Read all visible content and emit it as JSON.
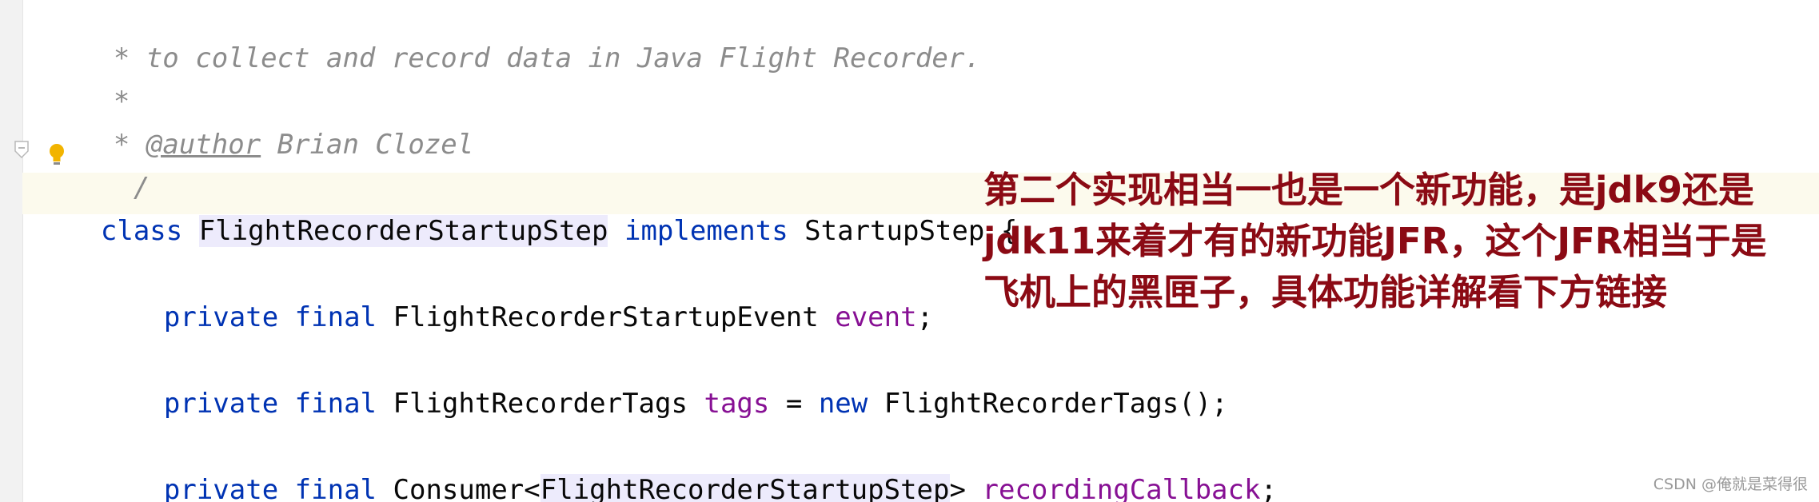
{
  "code": {
    "line1": "* to collect and record data in Java Flight Recorder.",
    "line2": "*",
    "line3_star": "* ",
    "line3_tag": "@author",
    "line3_rest": " Brian Clozel",
    "line4": "/",
    "class_kw": "class",
    "class_name": "FlightRecorderStartupStep",
    "implements_kw": "implements",
    "interface_name": "StartupStep",
    "open_brace": "{",
    "private_kw": "private",
    "final_kw": "final",
    "field1_type": "FlightRecorderStartupEvent",
    "field1_name": "event",
    "field2_type": "FlightRecorderTags",
    "field2_name": "tags",
    "field2_eq": "=",
    "new_kw": "new",
    "field2_init": "FlightRecorderTags();",
    "field3_type_start": "Consumer<",
    "field3_type_param": "FlightRecorderStartupStep",
    "field3_type_end": ">",
    "field3_name": "recordingCallback",
    "semicolon": ";"
  },
  "annotation": {
    "line1": "第二个实现相当一也是一个新功能，是jdk9还是",
    "line2": "jdk11来着才有的新功能JFR，这个JFR相当于是",
    "line3": "飞机上的黑匣子，具体功能详解看下方链接"
  },
  "watermark": "CSDN @俺就是菜得很",
  "colors": {
    "keyword": "#0033b3",
    "field": "#871094",
    "comment": "#8c8c8c",
    "annotation": "#8b0a14",
    "current_line": "#fcfaed",
    "highlight": "#edebfc"
  },
  "icons": [
    "fold-marker-icon",
    "lightbulb-icon"
  ]
}
